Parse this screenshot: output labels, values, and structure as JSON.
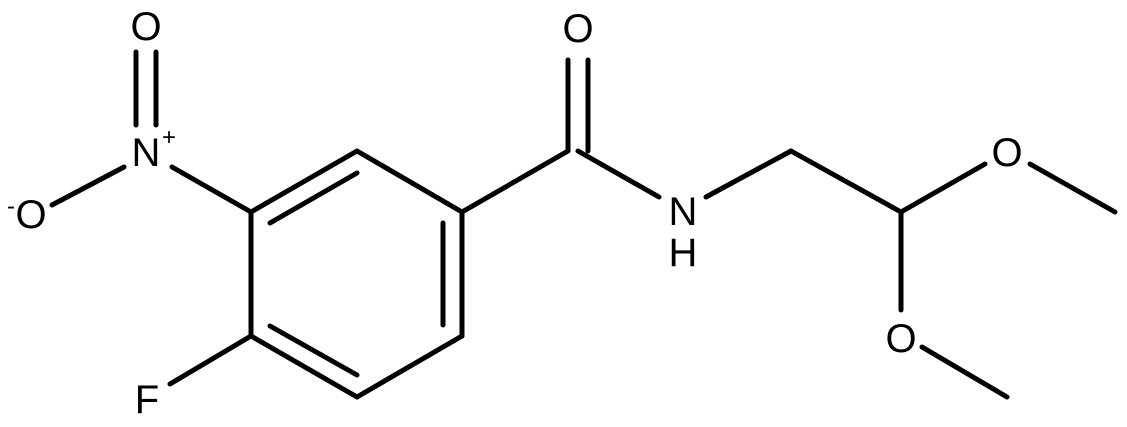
{
  "structure": {
    "atoms": {
      "o_carbonyl": "O",
      "n_amide": "N",
      "h_amide": "H",
      "o_methoxy_top": "O",
      "o_methoxy_bottom": "O",
      "n_nitro": "N",
      "n_nitro_charge": "+",
      "o_nitro_top": "O",
      "o_nitro_left": "O",
      "o_nitro_left_charge": "-",
      "f": "F"
    },
    "colors": {
      "bond": "#000000",
      "label": "#000000",
      "background": "#ffffff"
    }
  }
}
